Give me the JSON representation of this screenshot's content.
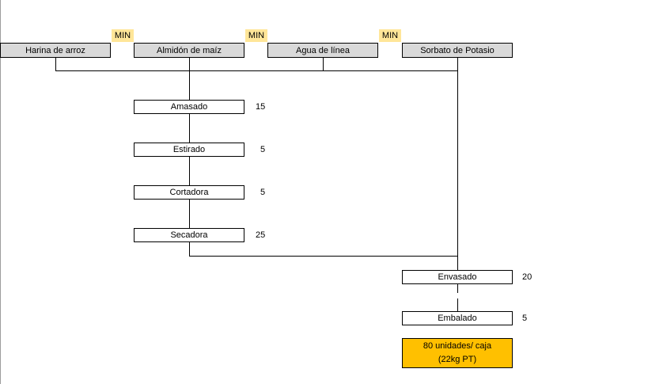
{
  "ingredients": [
    {
      "label": "Harina de arroz",
      "tag": "MIN"
    },
    {
      "label": "Almidón de maíz",
      "tag": "MIN"
    },
    {
      "label": "Agua de línea",
      "tag": "MIN"
    },
    {
      "label": "Sorbato de Potasio",
      "tag": ""
    }
  ],
  "process": [
    {
      "label": "Amasado",
      "time": "15"
    },
    {
      "label": "Estirado",
      "time": "5"
    },
    {
      "label": "Cortadora",
      "time": "5"
    },
    {
      "label": "Secadora",
      "time": "25"
    }
  ],
  "packing": [
    {
      "label": "Envasado",
      "time": "20"
    },
    {
      "label": "Embalado",
      "time": "5"
    }
  ],
  "final": {
    "line1": "80 unidades/ caja",
    "line2": "(22kg PT)"
  },
  "colors": {
    "ingredient_fill": "#d9d9d9",
    "min_tag": "#ffe699",
    "final_fill": "#ffc000"
  }
}
